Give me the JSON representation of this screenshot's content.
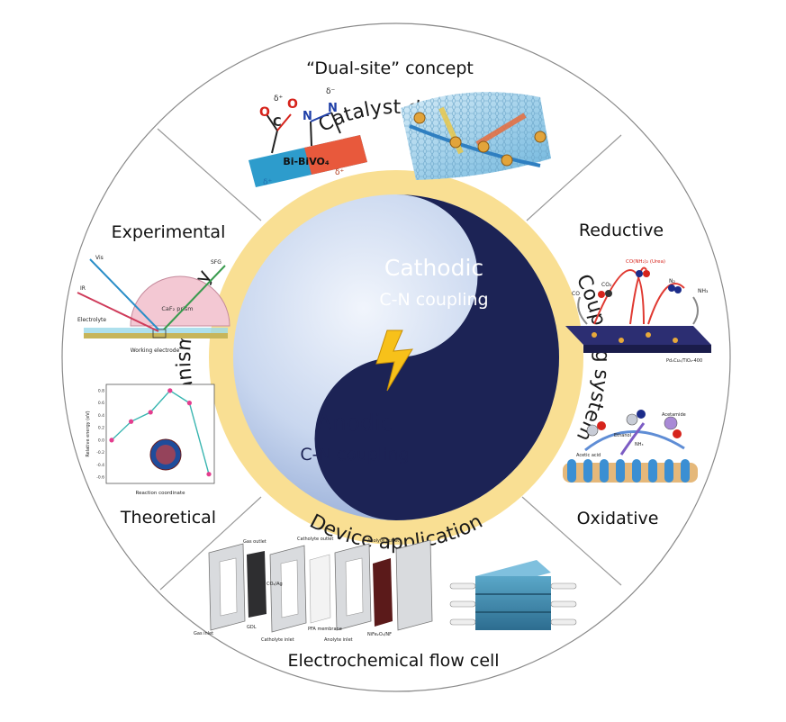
{
  "ring": {
    "top": "Catalyst design",
    "left": "Mechanism study",
    "right": "Coupling system",
    "bottom": "Device application"
  },
  "center": {
    "cathodic_title": "Cathodic",
    "cathodic_sub": "C-N coupling",
    "anodic_title": "Anodic",
    "anodic_sub": "C-N coupling"
  },
  "sections": {
    "top": "“Dual-site” concept",
    "left_upper": "Experimental",
    "left_lower": "Theoretical",
    "right_upper": "Reductive",
    "right_lower": "Oxidative",
    "bottom": "Electrochemical flow cell"
  },
  "figure_text": {
    "bivo4": "Bi-BiVO₄",
    "delta_plus": "δ⁺",
    "delta_minus": "δ⁻",
    "o_atom": "O",
    "c_atom": "C",
    "n_atom": "N",
    "vis": "Vis",
    "ir": "IR",
    "sfg": "SFG",
    "electrolyte": "Electrolyte",
    "caf2_prism": "CaF₂ prism",
    "working_electrode": "Working electrode",
    "relative_energy": "Relative energy (eV)",
    "reaction_coordinate": "Reaction coordinate",
    "co": "CO",
    "co2": "CO₂",
    "urea": "CO(NH₂)₂ (Urea)",
    "n2": "N₂",
    "nh3": "NH₃",
    "pd_catalyst": "Pd₁Cu₁/TiO₂-400",
    "acetic_acid": "Acetic acid",
    "ethanol": "Ethanol",
    "nh3_ox": "NH₃",
    "acetamide": "Acetamide",
    "gas_outlet": "Gas outlet",
    "gas_inlet": "Gas inlet",
    "catholyte_outlet": "Catholyte outlet",
    "catholyte_inlet": "Catholyte inlet",
    "anolyte_outlet": "Anolyte outlet",
    "anolyte_inlet": "Anolyte inlet",
    "gdl": "GDL",
    "co2_gas": "CO₂/Ag",
    "pfa_membrane": "PFA membrane",
    "nife_foam": "NiFe₂O₄/NF"
  },
  "energy_profile": {
    "x": [
      0,
      1,
      2,
      3,
      4,
      5
    ],
    "y": [
      0.0,
      0.3,
      0.45,
      0.8,
      0.6,
      -0.55
    ],
    "yticks": [
      "0.8",
      "0.6",
      "0.4",
      "0.2",
      "0.0",
      "-0.2",
      "-0.4",
      "-0.6"
    ]
  },
  "colors": {
    "ring_gold": "#f9df93",
    "navy": "#1c2355",
    "light_blue": "#c6d6ef",
    "bolt": "#f7c11a",
    "divider": "#9a9a9a"
  }
}
